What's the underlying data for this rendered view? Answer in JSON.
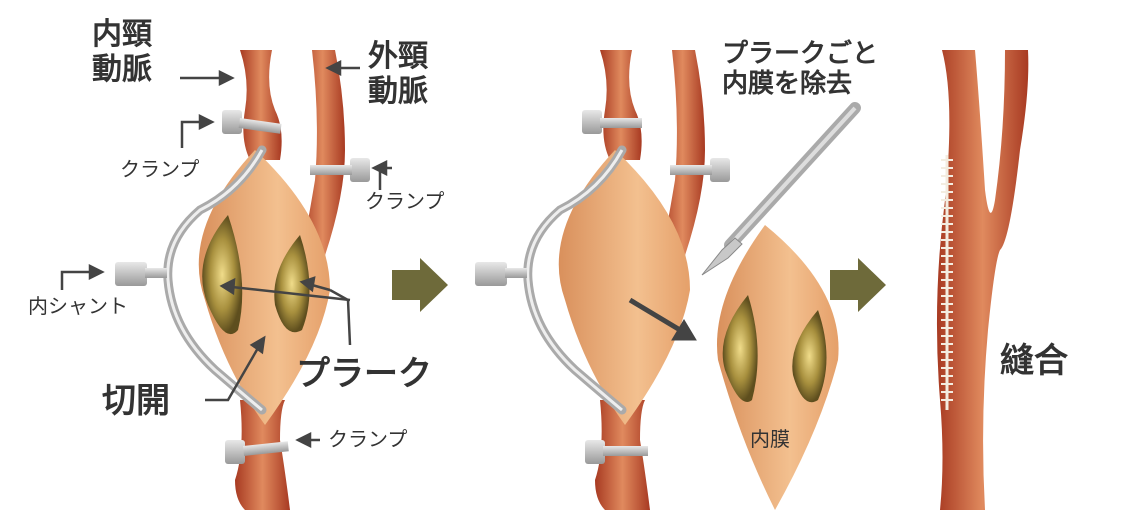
{
  "labels": {
    "internal_carotid": "内頸\n動脈",
    "external_carotid": "外頸\n動脈",
    "clamp": "クランプ",
    "internal_shunt": "内シャント",
    "plaque": "プラーク",
    "incision": "切開",
    "remove_with_intima": "プラークごと\n内膜を除去",
    "intima": "内膜",
    "suture": "縫合"
  },
  "colors": {
    "artery": "#b8452a",
    "artery_light": "#e08a5e",
    "intima": "#f0b888",
    "plaque": "#8a7a3a",
    "arrow": "#6e6a3a",
    "clamp": "#b8b8b8"
  }
}
